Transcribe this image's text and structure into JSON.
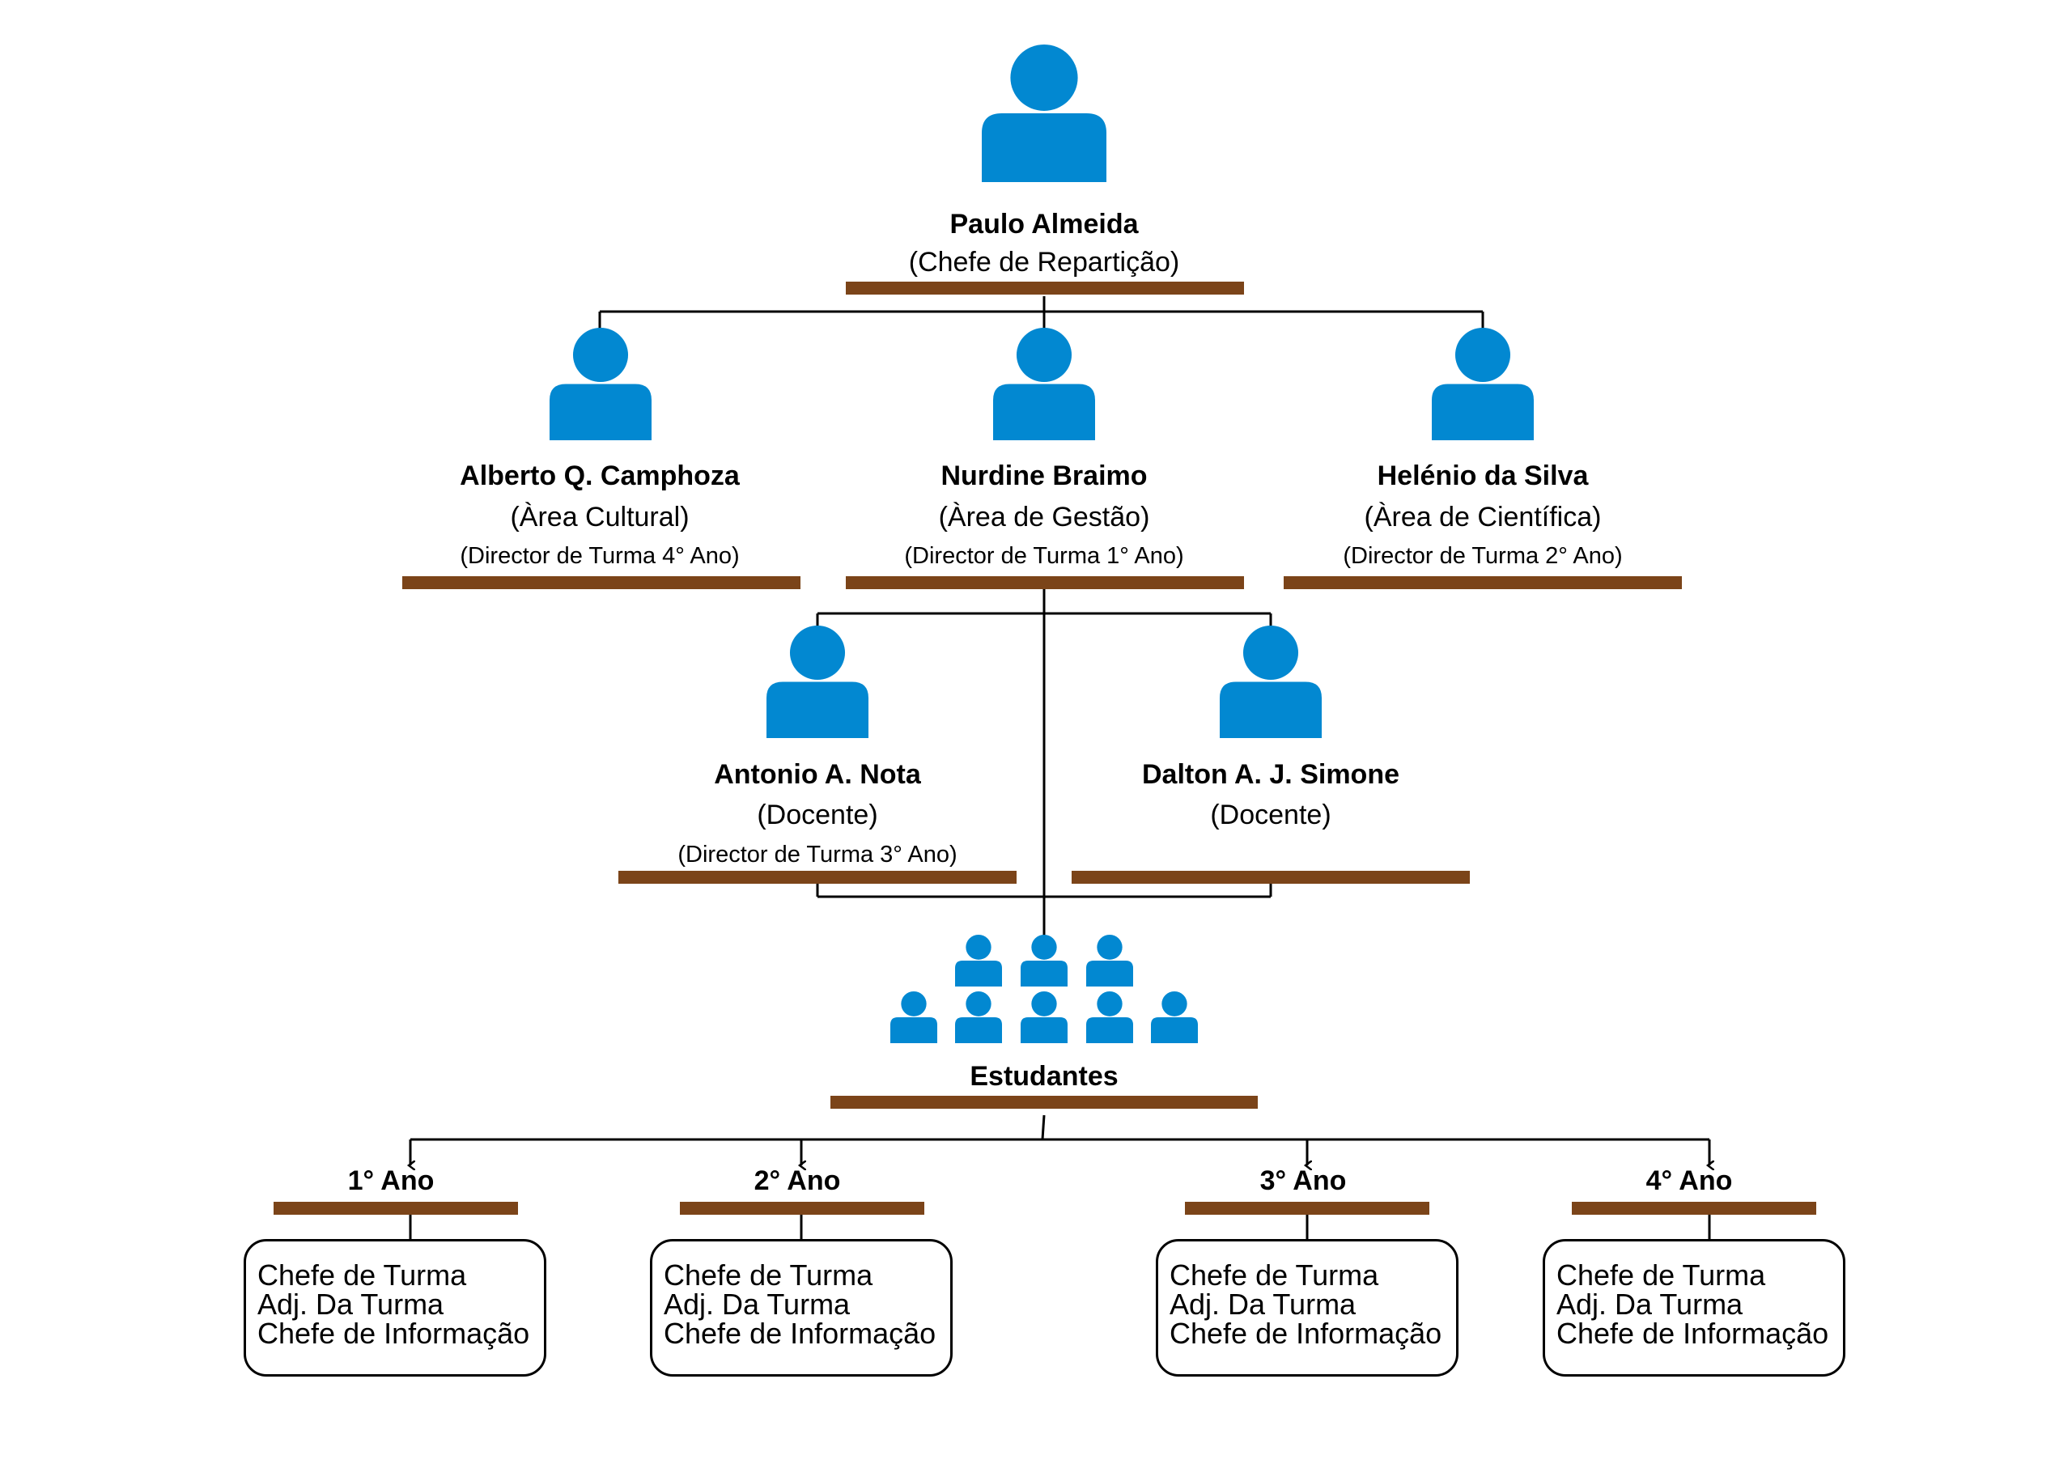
{
  "colors": {
    "icon": "#0288d1",
    "bar": "#7b4419",
    "line": "#000000"
  },
  "icon_name": "person-icon",
  "head": {
    "name": "Paulo Almeida",
    "role": "(Chefe de Repartição)"
  },
  "directors": [
    {
      "name": "Alberto Q. Camphoza",
      "role": "(Àrea Cultural)",
      "sub": "(Director de Turma 4° Ano)"
    },
    {
      "name": "Nurdine Braimo",
      "role": "(Àrea de Gestão)",
      "sub": "(Director de Turma 1° Ano)"
    },
    {
      "name": "Helénio da Silva",
      "role": "(Àrea de Científica)",
      "sub": "(Director de Turma 2° Ano)"
    }
  ],
  "teachers": [
    {
      "name": "Antonio A. Nota",
      "role": "(Docente)",
      "sub": "(Director de Turma 3° Ano)"
    },
    {
      "name": "Dalton A. J. Simone",
      "role": "(Docente)",
      "sub": ""
    }
  ],
  "students": {
    "label": "Estudantes",
    "icon_count": 8
  },
  "years": [
    {
      "label": "1° Ano",
      "items": [
        "Chefe de Turma",
        "Adj. Da Turma",
        "Chefe de Informação"
      ]
    },
    {
      "label": "2° Ano",
      "items": [
        "Chefe de Turma",
        "Adj. Da Turma",
        "Chefe de Informação"
      ]
    },
    {
      "label": "3° Ano",
      "items": [
        "Chefe de Turma",
        "Adj. Da Turma",
        "Chefe de Informação"
      ]
    },
    {
      "label": "4° Ano",
      "items": [
        "Chefe de Turma",
        "Adj. Da Turma",
        "Chefe de Informação"
      ]
    }
  ]
}
